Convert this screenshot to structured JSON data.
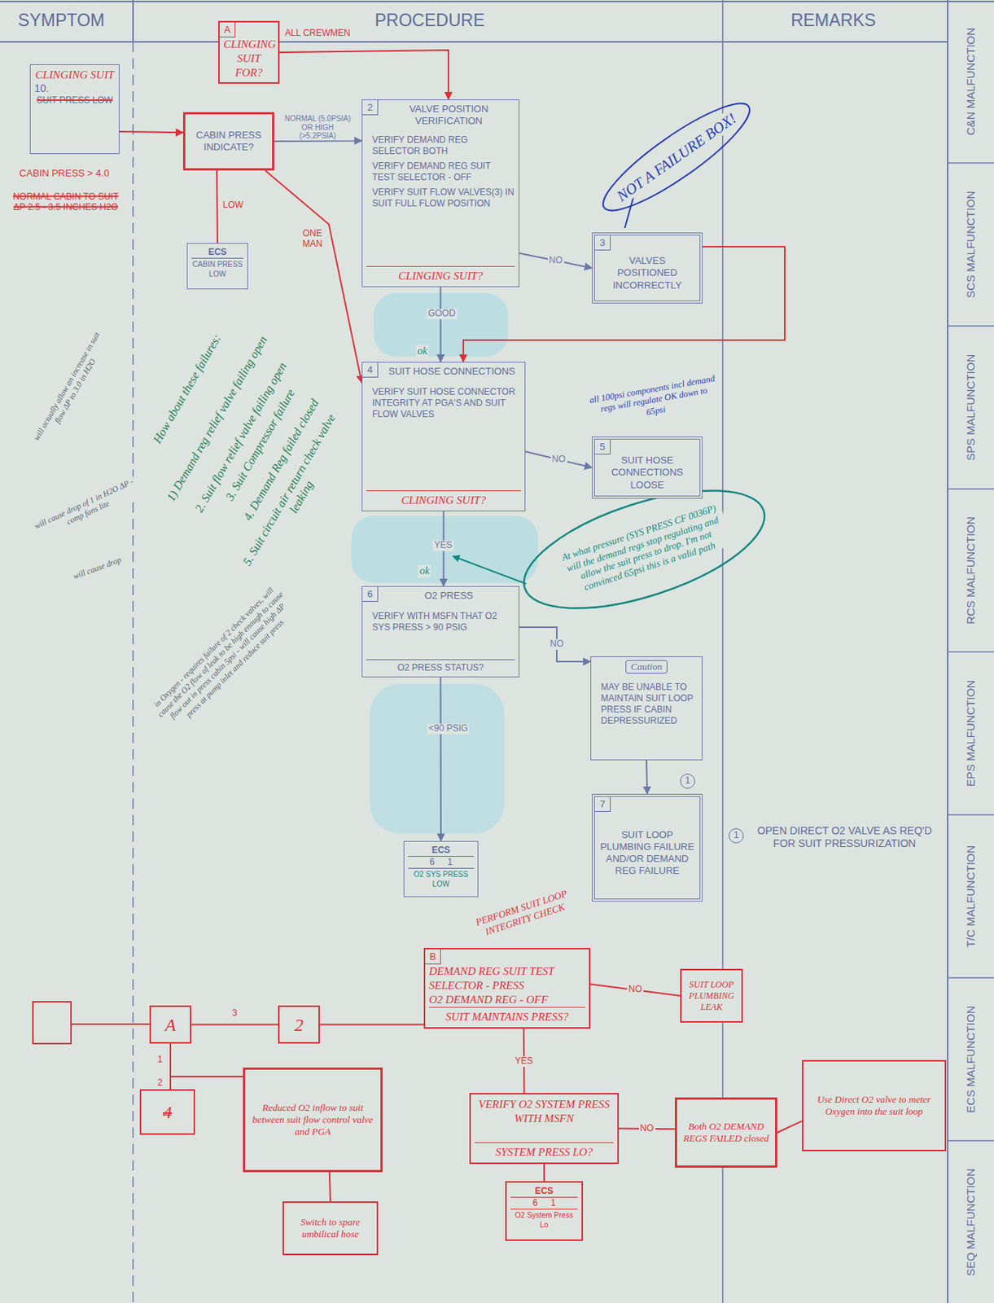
{
  "diagram": {
    "nodes": [
      {
        "text": [
          "CLINGING SUIT",
          "10.",
          "SUIT PRESS LOW"
        ]
      },
      {
        "text": [
          "A",
          "CLINGING SUIT FOR?"
        ]
      },
      {
        "text": [
          "CABIN PRESS INDICATE?"
        ]
      },
      {
        "text": [
          "ECS",
          "CABIN PRESS LOW"
        ]
      },
      {
        "text": [
          "2",
          "VALVE POSITION VERIFICATION",
          "VERIFY DEMAND REG SELECTOR BOTH",
          "VERIFY DEMAND REG SUIT TEST SELECTOR - OFF",
          "VERIFY SUIT FLOW VALVES(3) IN SUIT FULL FLOW POSITION",
          "CLINGING SUIT?"
        ]
      },
      {
        "text": [
          "3",
          "VALVES POSITIONED INCORRECTLY"
        ]
      },
      {
        "text": [
          "4",
          "SUIT HOSE CONNECTIONS",
          "VERIFY SUIT HOSE CONNECTOR INTEGRITY AT PGA'S AND SUIT FLOW VALVES",
          "CLINGING SUIT?"
        ]
      },
      {
        "text": [
          "5",
          "SUIT HOSE CONNECTIONS LOOSE"
        ]
      },
      {
        "text": [
          "6",
          "O2 PRESS",
          "VERIFY WITH MSFN THAT O2 SYS PRESS > 90 PSIG",
          "O2 PRESS STATUS?"
        ]
      },
      {
        "text": [
          "Caution",
          "MAY BE UNABLE TO MAINTAIN SUIT LOOP PRESS IF CABIN DEPRESSURIZED"
        ]
      },
      {
        "text": [
          "7",
          "SUIT LOOP PLUMBING FAILURE AND/OR DEMAND REG FAILURE"
        ]
      },
      {
        "text": [
          "ECS",
          "6 1",
          "O2 SYS PRESS LOW"
        ]
      },
      {
        "text": [
          "A"
        ]
      },
      {
        "text": [
          "2"
        ]
      },
      {
        "text": [
          "4"
        ]
      },
      {
        "text": [
          "Reduced O2 inflow to suit between suit flow control valve and PGA"
        ]
      },
      {
        "text": [
          "Switch to spare umbilical hose"
        ]
      },
      {
        "text": [
          "B",
          "DEMAND REG SUIT TEST SELECTOR - PRESS",
          "O2 DEMAND REG - OFF",
          "SUIT MAINTAINS PRESS?"
        ]
      },
      {
        "text": [
          "SUIT LOOP PLUMBING LEAK"
        ]
      },
      {
        "text": [
          "VERIFY O2 SYSTEM PRESS WITH MSFN",
          "SYSTEM PRESS LO?"
        ]
      },
      {
        "text": [
          "Both O2 DEMAND REGS FAILED closed"
        ]
      },
      {
        "text": [
          "Use Direct O2 valve to meter Oxygen into the suit loop"
        ]
      },
      {
        "text": [
          "ECS",
          "6 1",
          "O2 System Press Lo"
        ]
      }
    ],
    "edges": [
      {
        "from": 0,
        "to": 2,
        "arrow": "to"
      },
      {
        "from": 1,
        "to": 4,
        "arrow": "to"
      },
      {
        "from": 2,
        "to": 4,
        "arrow": "to",
        "label": "NORMAL (5.0PSIA) OR HIGH (>5.2PSIA)"
      },
      {
        "from": 2,
        "to": 3,
        "arrow": "none",
        "label": "LOW"
      },
      {
        "from": 2,
        "to": 6,
        "arrow": "to",
        "label": "ONE MAN"
      },
      {
        "from": 4,
        "to": 5,
        "arrow": "to",
        "label": "NO"
      },
      {
        "from": 4,
        "to": 6,
        "arrow": "to",
        "label": "GOOD"
      },
      {
        "from": 5,
        "to": 6,
        "arrow": "to"
      },
      {
        "from": 6,
        "to": 7,
        "arrow": "to",
        "label": "NO"
      },
      {
        "from": 6,
        "to": 8,
        "arrow": "to",
        "label": "YES"
      },
      {
        "from": 8,
        "to": 9,
        "arrow": "to",
        "label": "NO"
      },
      {
        "from": 8,
        "to": 11,
        "arrow": "to",
        "label": "<90 PSIG"
      },
      {
        "from": 9,
        "to": 10,
        "arrow": "to"
      },
      {
        "from": 12,
        "to": 13,
        "arrow": "none",
        "label": "3"
      },
      {
        "from": 12,
        "to": 15,
        "arrow": "none",
        "label": "1"
      },
      {
        "from": 12,
        "to": 14,
        "arrow": "none",
        "label": "2"
      },
      {
        "from": 13,
        "to": 17,
        "arrow": "none"
      },
      {
        "from": 15,
        "to": 16,
        "arrow": "none"
      },
      {
        "from": 17,
        "to": 18,
        "arrow": "none",
        "label": "NO"
      },
      {
        "from": 17,
        "to": 19,
        "arrow": "none",
        "label": "YES"
      },
      {
        "from": 19,
        "to": 20,
        "arrow": "none",
        "label": "NO"
      },
      {
        "from": 19,
        "to": 22,
        "arrow": "none"
      },
      {
        "from": 20,
        "to": 21,
        "arrow": "none"
      }
    ],
    "labels": [
      "SYMPTOM",
      "PROCEDURE",
      "REMARKS",
      "C&N MALFUNCTION",
      "SCS MALFUNCTION",
      "SPS MALFUNCTION",
      "RCS MALFUNCTION",
      "EPS MALFUNCTION",
      "T/C MALFUNCTION",
      "ECS MALFUNCTION",
      "SEQ MALFUNCTION",
      "CABIN PRESS > 4.0",
      "NORMAL CABIN TO SUIT ΔP 2.5 - 3.5 INCHES H2O",
      "ALL CREWMEN",
      "NOT A FAILURE BOX!",
      "ok",
      "ok",
      "At what pressure (SYS PRESS CF 0036P) will the demand regs stop regulating and allow the suit press to drop. I'm not convinced 65psi this is a valid path",
      "all 100psi components incl demand regs will regulate OK down to 65psi",
      "How about these failures:",
      "1) Demand reg relief valve failing open",
      "2. Suit flow relief valve failing open",
      "3. Suit Compressor failure",
      "4. Demand Reg failed closed",
      "5. Suit circuit air return check valve leaking",
      "will actually allow an increase in suit flow ΔP to 3.0 in H2O",
      "will cause drop of 1 in H2O ΔP - comp fans lite",
      "will cause drop",
      "in Oxygen - requires failure of 2 check valves, will cause the O2 flow of leak to be high enough to cause flow out in press cabin 5psi - will cause high ΔP press at pump inlet and reduce suit press",
      "1",
      "1",
      "OPEN DIRECT O2 VALVE AS REQ'D FOR SUIT PRESSURIZATION",
      "PERFORM SUIT LOOP INTEGRITY CHECK"
    ]
  }
}
